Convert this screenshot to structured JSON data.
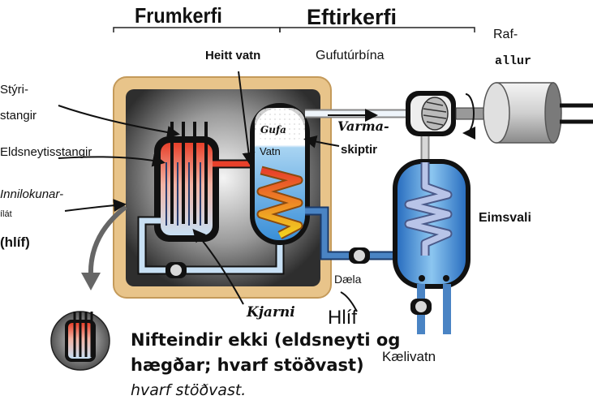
{
  "labels": {
    "primary_system": "Frumkerfi",
    "secondary_system": "Eftirkerfi",
    "hot_water": "Heitt vatn",
    "turbine": "Gufutúrbína",
    "generator_line1": "Raf-",
    "generator_line2": "allur",
    "control_rods_line1": "Stýri-",
    "control_rods_line2": "stangir",
    "fuel_rods": "Eldsneytisstangir",
    "containment_line1": "Innilokunar-",
    "containment_line2": "ílát",
    "containment_line3": "(hlíf)",
    "steam": "Gufa",
    "water": "Vatn",
    "heat_exchanger_line1": "Varma-",
    "heat_exchanger_line2": "skiptir",
    "condenser": "Eimsvali",
    "pump": "Dæla",
    "core": "Kjarni",
    "shield": "Hlíf",
    "cooling_water": "Kælivatn",
    "caption_line1": "Nifteindir ekki (eldsneyti og",
    "caption_line2": "hægðar; hvarf stöðvast)",
    "caption_line3": "hvarf stöðvast."
  },
  "colors": {
    "containment": "#e8c48a",
    "vessel": "#3c3c3c",
    "hot_pipe": "#e8402a",
    "cold_pipe": "#c8e0f4",
    "condenser_blue": "#3a8fd8"
  }
}
